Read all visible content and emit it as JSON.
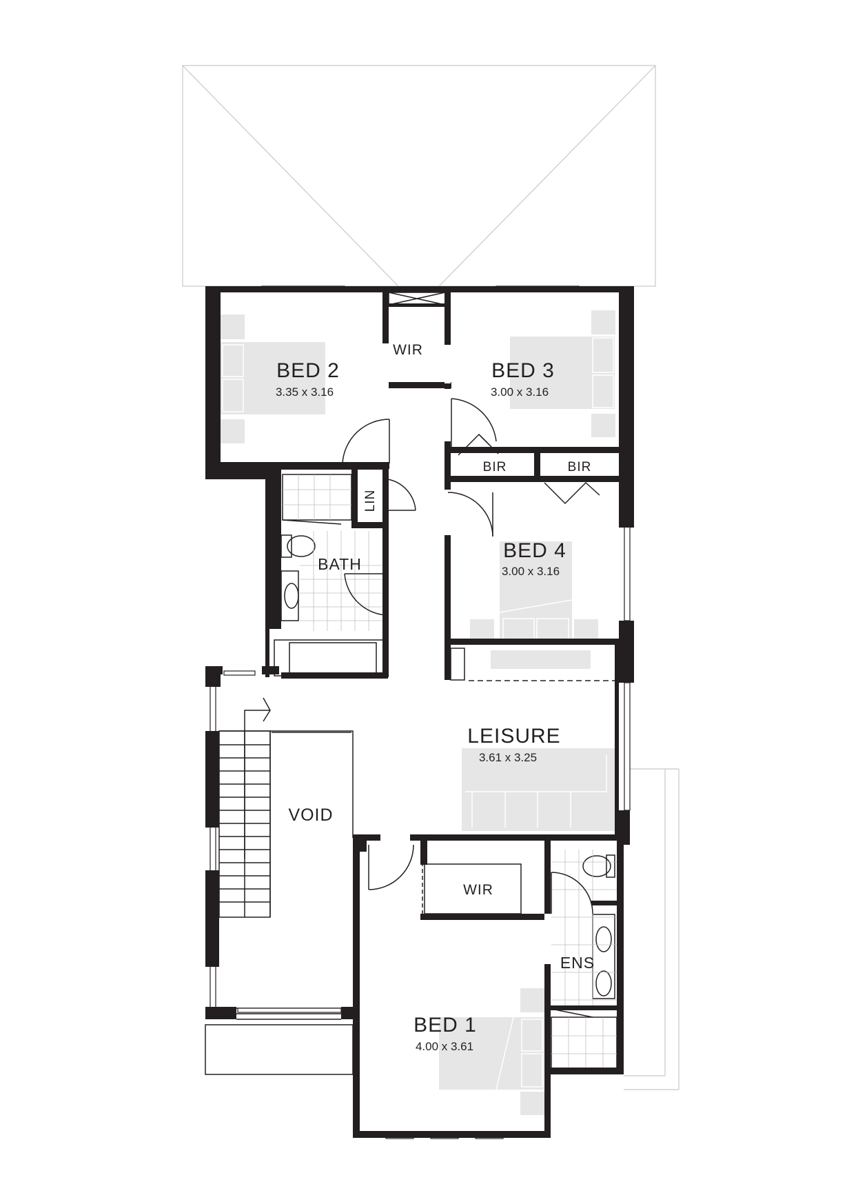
{
  "plan": {
    "rooms": [
      {
        "key": "bed2",
        "name": "BED 2",
        "dims": "3.35 x 3.16"
      },
      {
        "key": "bed3",
        "name": "BED 3",
        "dims": "3.00 x 3.16"
      },
      {
        "key": "bed4",
        "name": "BED 4",
        "dims": "3.00 x 3.16"
      },
      {
        "key": "leisure",
        "name": "LEISURE",
        "dims": "3.61 x 3.25"
      },
      {
        "key": "bed1",
        "name": "BED 1",
        "dims": "4.00 x 3.61"
      }
    ],
    "labels": {
      "wir_top": "WIR",
      "wir_bottom": "WIR",
      "bir_left": "BIR",
      "bir_right": "BIR",
      "lin": "LIN",
      "bath": "BATH",
      "ens": "ENS",
      "void": "VOID"
    },
    "colors": {
      "wall": "#231f20",
      "furniture": "#e6e6e6",
      "line": "#231f20",
      "roof_line": "#c8c8c8"
    }
  }
}
